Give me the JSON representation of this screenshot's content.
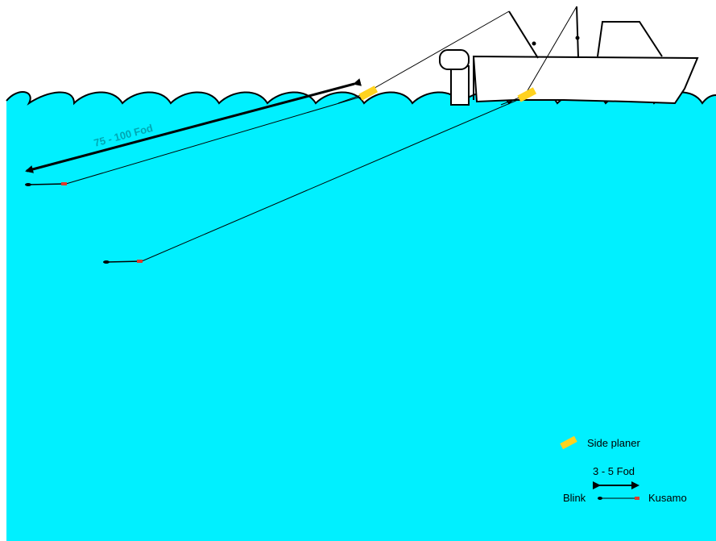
{
  "colors": {
    "water": "#00f0ff",
    "planer": "#ffd21f",
    "lure_tip": "#e0392b",
    "line": "#000000"
  },
  "distance_label": "75 - 100 Fod",
  "legend": {
    "planer_label": "Side planer",
    "spacing_label": "3 - 5 Fod",
    "lure_label": "Blink",
    "leader_label": "Kusamo"
  }
}
